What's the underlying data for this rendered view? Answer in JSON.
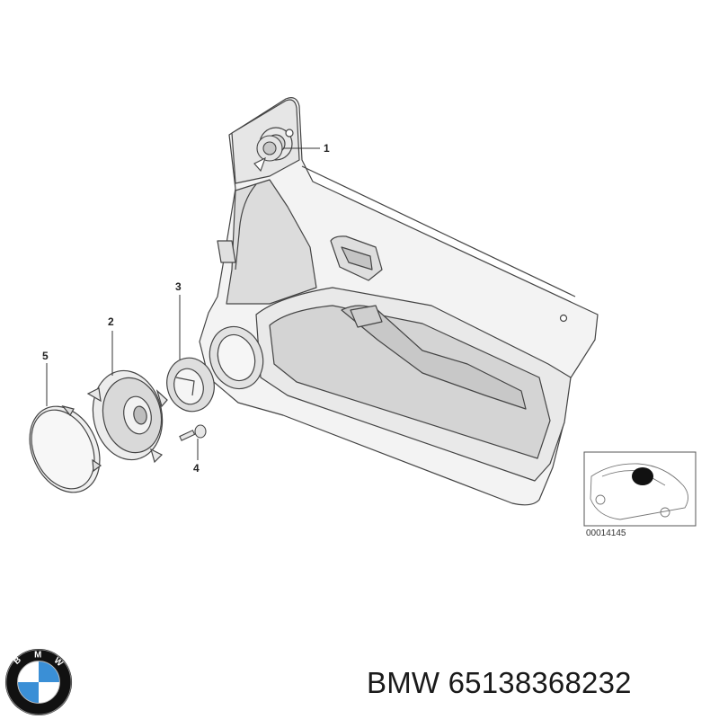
{
  "diagram": {
    "callouts": [
      {
        "id": "1",
        "label": "1"
      },
      {
        "id": "2",
        "label": "2"
      },
      {
        "id": "3",
        "label": "3"
      },
      {
        "id": "4",
        "label": "4"
      },
      {
        "id": "5",
        "label": "5"
      }
    ],
    "reference_code": "00014145"
  },
  "logo": {
    "letters": [
      "B",
      "M",
      "W"
    ],
    "colors": {
      "ring": "#111111",
      "blue": "#3a8fd6",
      "white": "#ffffff"
    }
  },
  "caption": {
    "text": "BMW 65138368232"
  },
  "colors": {
    "line": "#444444",
    "fill_light": "#ececec",
    "fill_mid": "#d4d4d4"
  }
}
